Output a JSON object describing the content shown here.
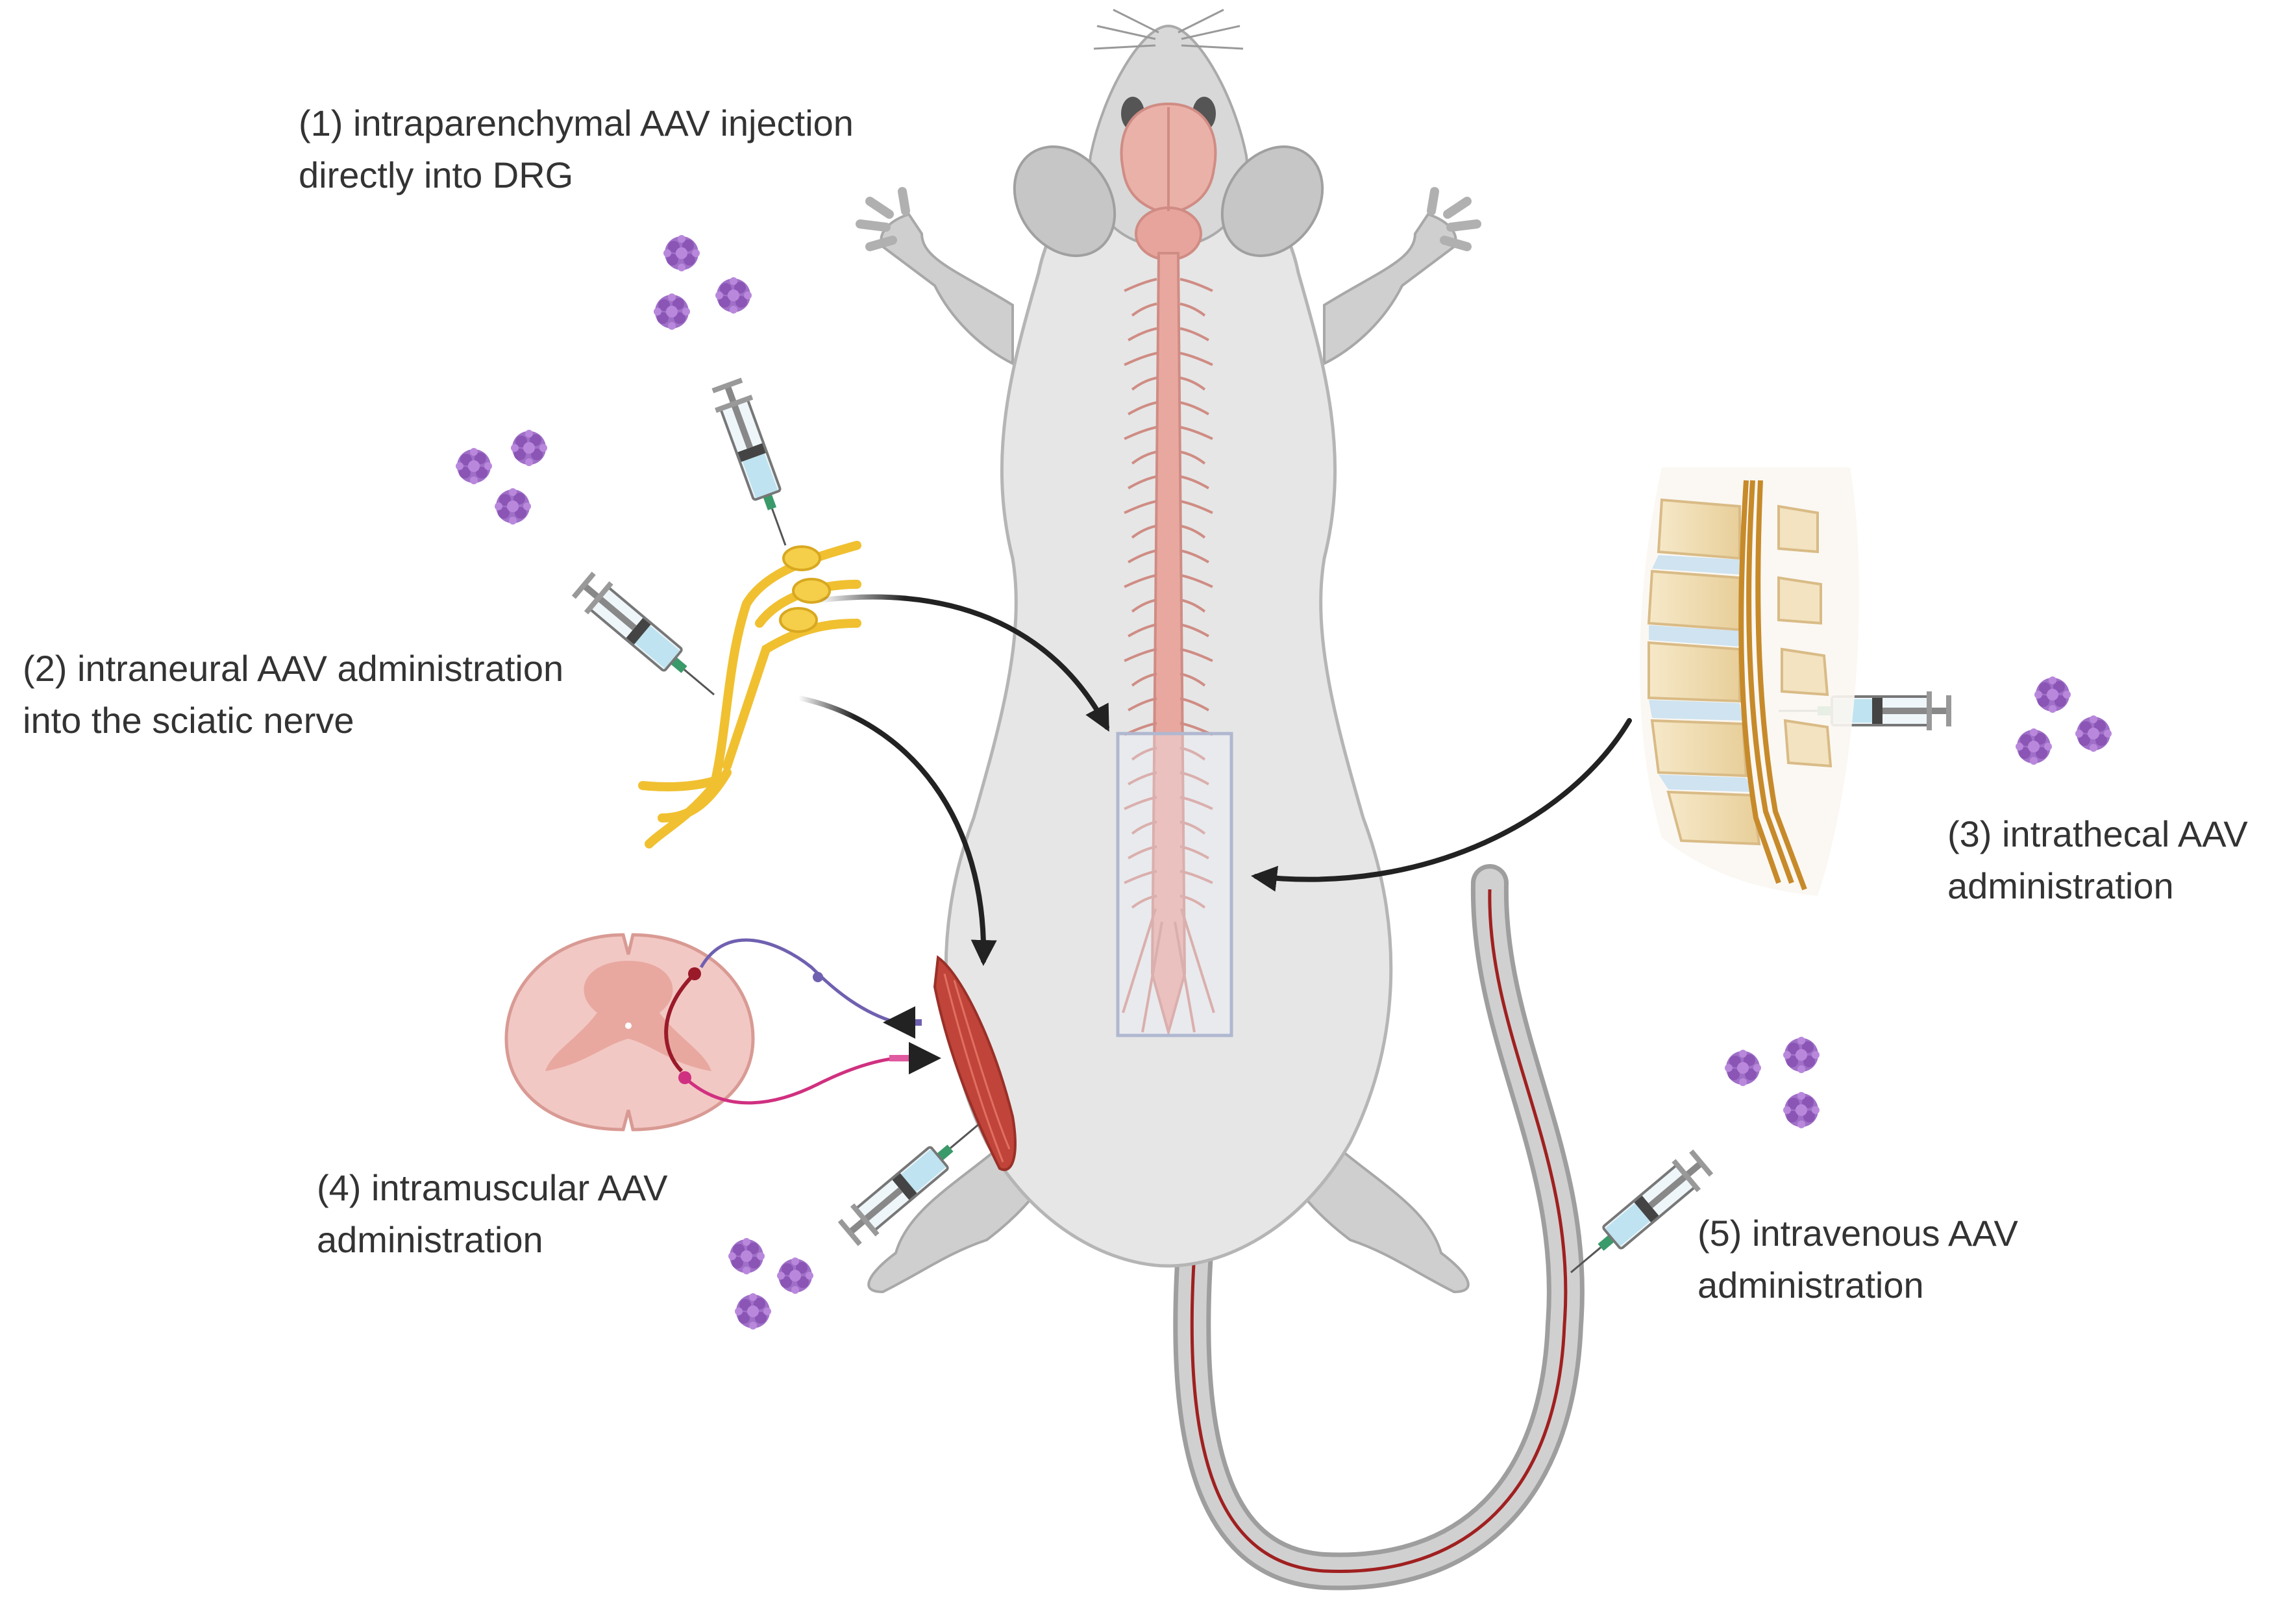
{
  "labels": {
    "route1": {
      "line1": "(1) intraparenchymal AAV injection",
      "line2": "directly into DRG"
    },
    "route2": {
      "line1": "(2) intraneural AAV administration",
      "line2": "into the sciatic nerve"
    },
    "route3": {
      "line1": "(3) intrathecal AAV",
      "line2": "administration"
    },
    "route4": {
      "line1": "(4) intramuscular AAV",
      "line2": "administration"
    },
    "route5": {
      "line1": "(5) intravenous AAV",
      "line2": "administration"
    }
  },
  "colors": {
    "body": "#e6e6e6",
    "body_outline": "#b5b5b5",
    "spinal_cord": "#e8a8a0",
    "virus": "#a070c8",
    "nerve": "#f0c030",
    "muscle": "#c0443a",
    "arrow": "#222222",
    "sensory_neuron": "#7060b0",
    "motor_neuron": "#d03080",
    "vein": "#a02020"
  }
}
